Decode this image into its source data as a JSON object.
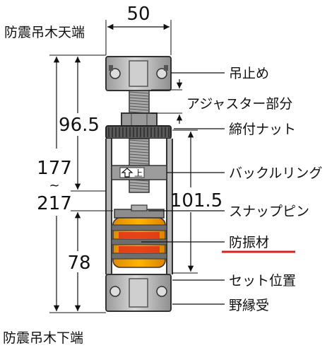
{
  "dimensions": {
    "width": "50",
    "adjuster": "96.5",
    "total_min": "177",
    "tilde": "~",
    "total_max": "217",
    "buckle": "101.5",
    "damper": "78"
  },
  "labels": {
    "top_end": "防震吊木天端",
    "bottom_end": "防震吊木下端",
    "hanger": "吊止め",
    "adjuster_part": "アジャスター部分",
    "lock_nut": "締付ナット",
    "buckle_ring": "バックルリング",
    "snap_pin": "スナップピン",
    "damper_material": "防振材",
    "set_position": "セット位置",
    "joist_receiver": "野縁受"
  },
  "ring_mark": "上",
  "colors": {
    "metal": "#bdbdbd",
    "metal_dark": "#8a8a8a",
    "rubber_orange": "#f2a000",
    "rubber_red": "#e2301a",
    "accent_underline": "#d9231a"
  }
}
